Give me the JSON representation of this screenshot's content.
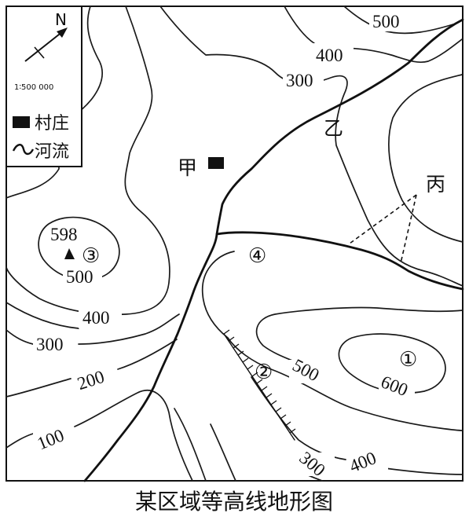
{
  "map": {
    "title": "某区域等高线地形图",
    "legend": {
      "north_label": "N",
      "scale": "1∶500 000",
      "village_label": "村庄",
      "river_label": "河流"
    },
    "contour_labels": {
      "c500_ne": "500",
      "c400_n": "400",
      "c300_n": "300",
      "summit_elevation": "598",
      "c500_w": "500",
      "c400_w": "400",
      "c300_w": "300",
      "c200_sw": "200",
      "c100_sw": "100",
      "c500_se": "500",
      "c600_e": "600",
      "c400_s": "400",
      "c300_s": "300"
    },
    "place_labels": {
      "jia": "甲",
      "yi": "乙",
      "bing": "丙"
    },
    "markers": {
      "m1": "①",
      "m2": "②",
      "m3": "③",
      "m4": "④"
    }
  }
}
